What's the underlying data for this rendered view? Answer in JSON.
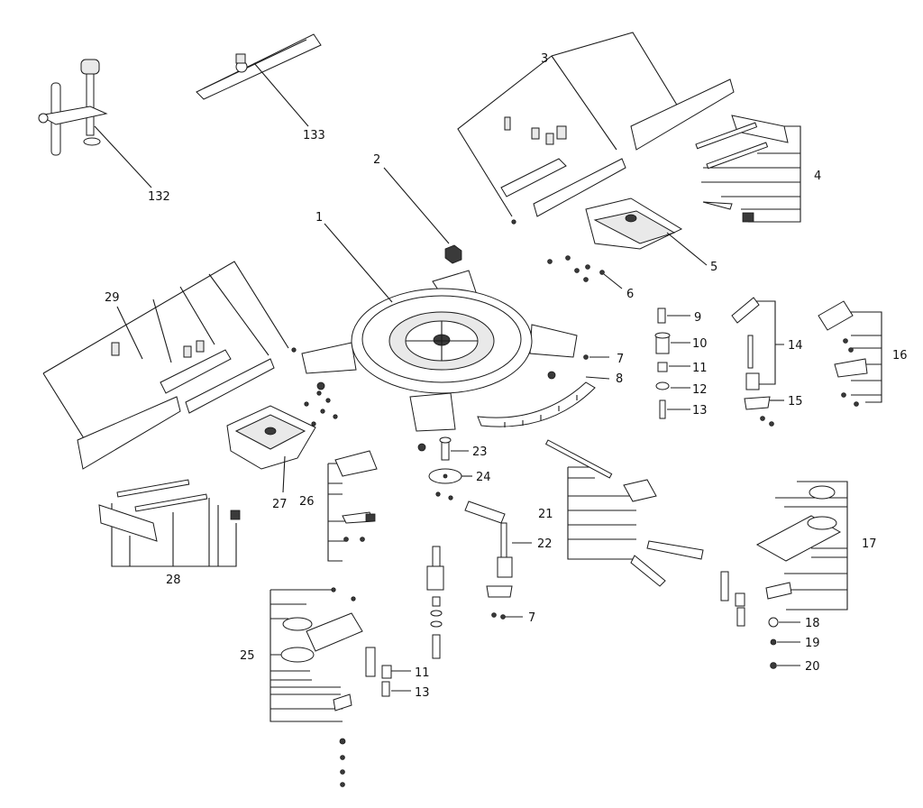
{
  "labels": {
    "p1": "1",
    "p2": "2",
    "p3": "3",
    "p4": "4",
    "p5": "5",
    "p6": "6",
    "p7a": "7",
    "p7b": "7",
    "p8": "8",
    "p9": "9",
    "p10": "10",
    "p11a": "11",
    "p11b": "11",
    "p12": "12",
    "p13a": "13",
    "p13b": "13",
    "p14": "14",
    "p15": "15",
    "p16": "16",
    "p17": "17",
    "p18": "18",
    "p19": "19",
    "p20": "20",
    "p21": "21",
    "p22": "22",
    "p23": "23",
    "p24": "24",
    "p25": "25",
    "p26": "26",
    "p27": "27",
    "p28": "28",
    "p29": "29",
    "p132": "132",
    "p133": "133"
  }
}
